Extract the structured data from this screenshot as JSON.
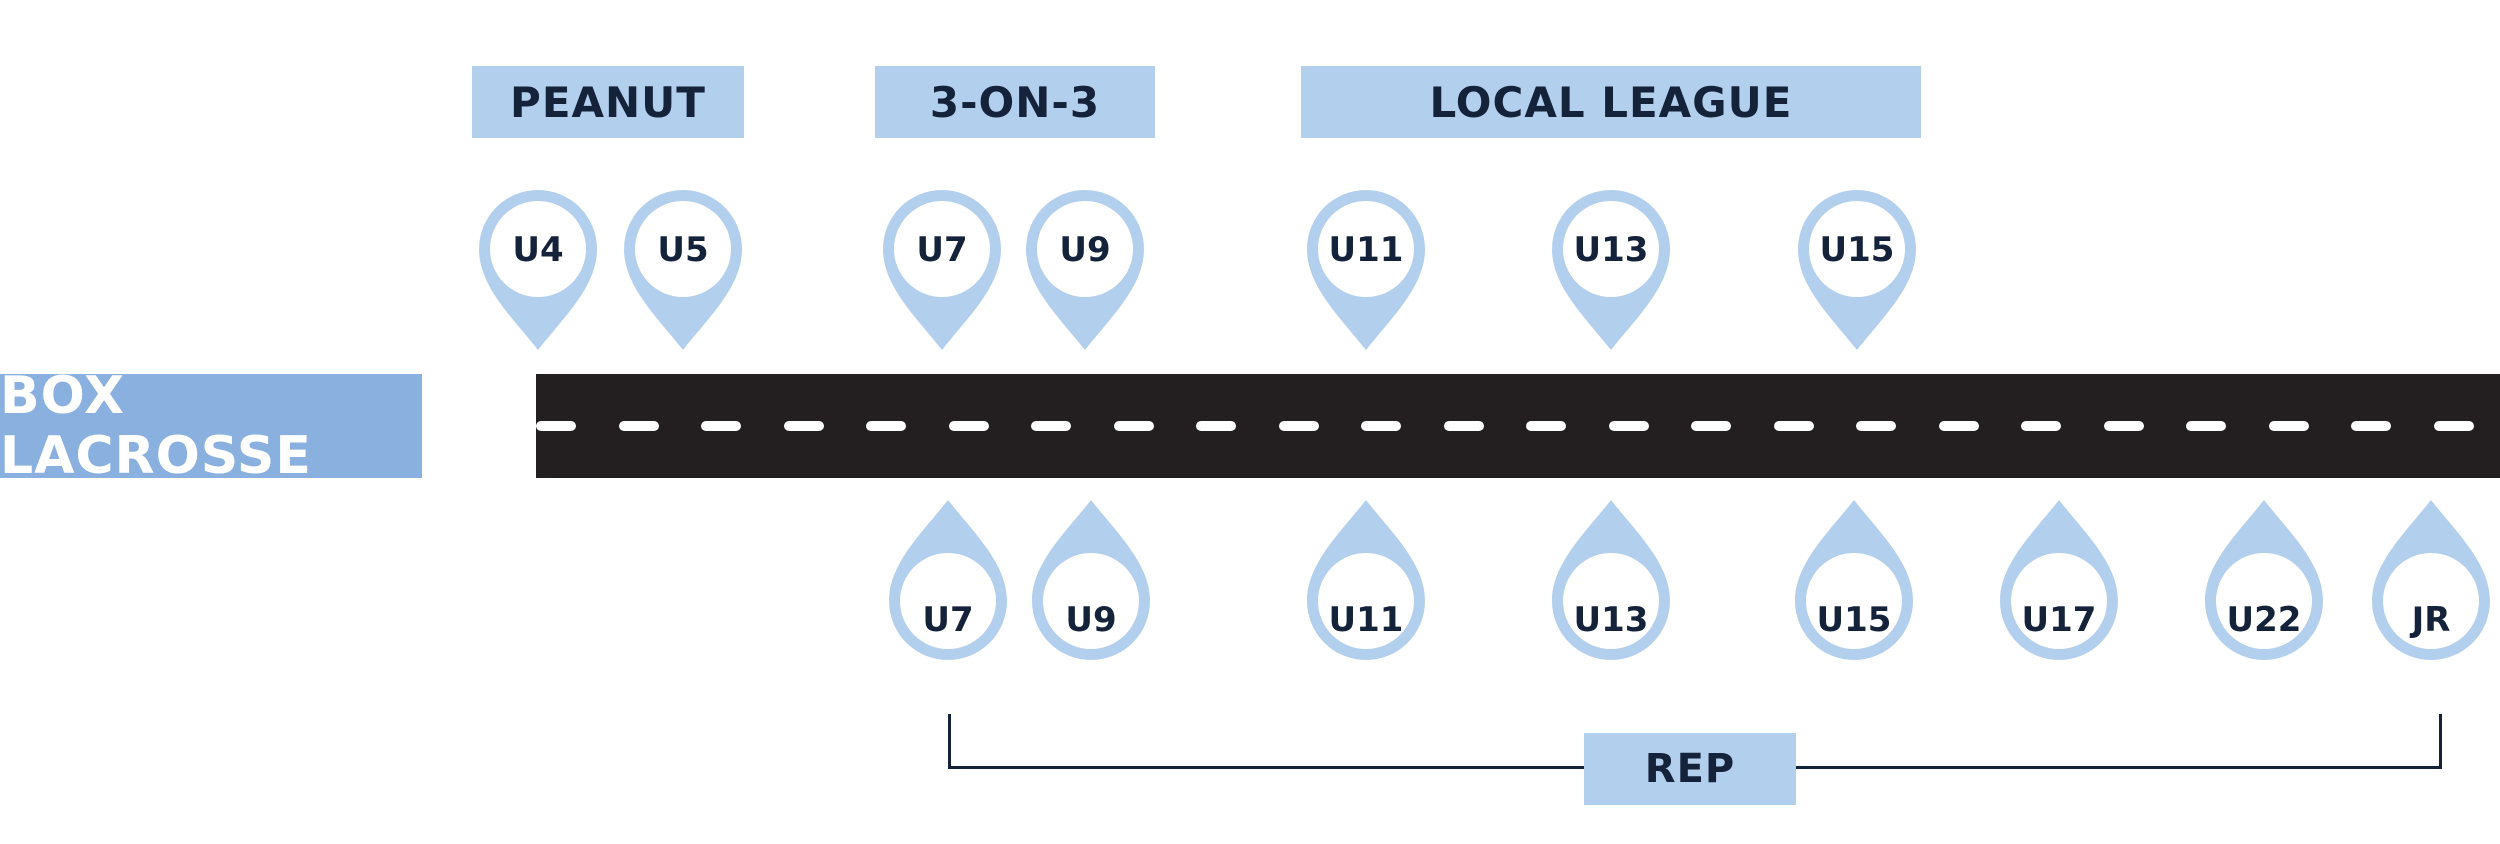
{
  "colors": {
    "band": "#b3cfee",
    "side_label_bg": "#8ab0e0",
    "road": "#231f20",
    "text_dark": "#14223a",
    "pin": "#b3cfee"
  },
  "bands": [
    {
      "label": "PEANUT"
    },
    {
      "label": "3-ON-3"
    },
    {
      "label": "LOCAL LEAGUE"
    }
  ],
  "side_label": "BOX LACROSSE",
  "top_pins": [
    "U4",
    "U5",
    "U7",
    "U9",
    "U11",
    "U13",
    "U15"
  ],
  "bottom_pins": [
    "U7",
    "U9",
    "U11",
    "U13",
    "U15",
    "U17",
    "U22",
    "JR"
  ],
  "rep_label": "REP"
}
